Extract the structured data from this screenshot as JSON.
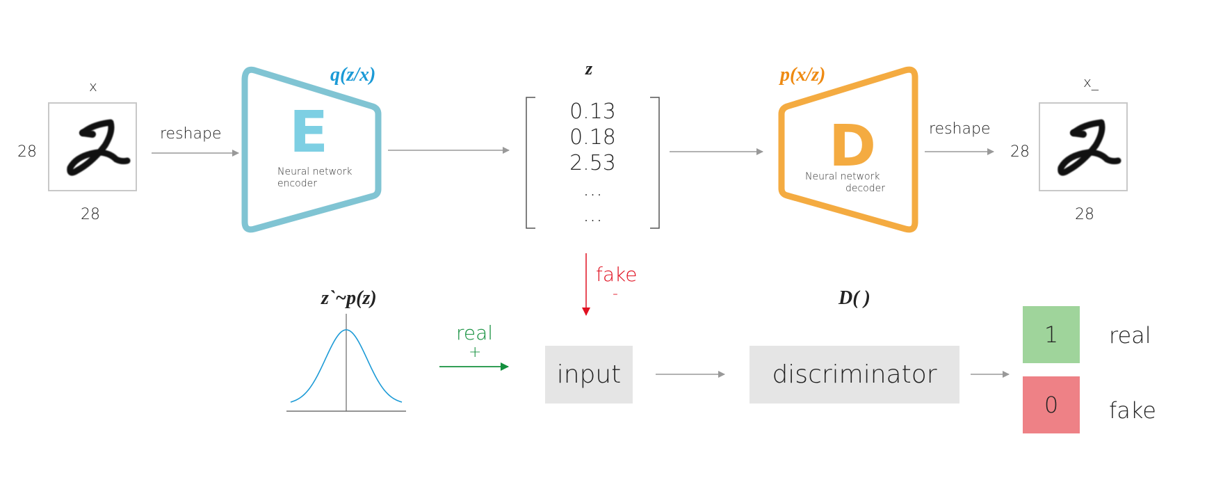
{
  "input_image": {
    "label": "x",
    "height_label": "28",
    "width_label": "28",
    "digit": "2"
  },
  "reshape_in": {
    "label": "reshape"
  },
  "encoder": {
    "distribution": "q(z/x)",
    "letter": "E",
    "caption_line1": "Neural network",
    "caption_line2": "encoder",
    "color": "#80c4d3",
    "letter_color": "#7dcfe3",
    "distribution_color": "#1b9ad6"
  },
  "latent": {
    "label": "z",
    "values": [
      "0.13",
      "0.18",
      "2.53",
      "...",
      "..."
    ]
  },
  "decoder": {
    "distribution": "p(x/z)",
    "letter": "D",
    "caption_line1": "Neural network",
    "caption_line2": "decoder",
    "color": "#f4ab41",
    "distribution_color": "#ee8a12"
  },
  "reshape_out": {
    "label": "reshape"
  },
  "output_image": {
    "label": "x_",
    "height_label": "28",
    "width_label": "28",
    "digit": "2"
  },
  "prior": {
    "label": "z`~p(z)",
    "curve_color": "#1b9ad6"
  },
  "real_arrow": {
    "label": "real",
    "sign": "+",
    "color": "#14903e"
  },
  "fake_arrow": {
    "label": "fake",
    "sign": "-",
    "color": "#e01020"
  },
  "input_box": {
    "label": "input"
  },
  "discriminator": {
    "function_label": "D( )",
    "label": "discriminator"
  },
  "outputs": [
    {
      "value": "1",
      "label": "real",
      "color": "#9fd49b"
    },
    {
      "value": "0",
      "label": "fake",
      "color": "#ee8186"
    }
  ]
}
